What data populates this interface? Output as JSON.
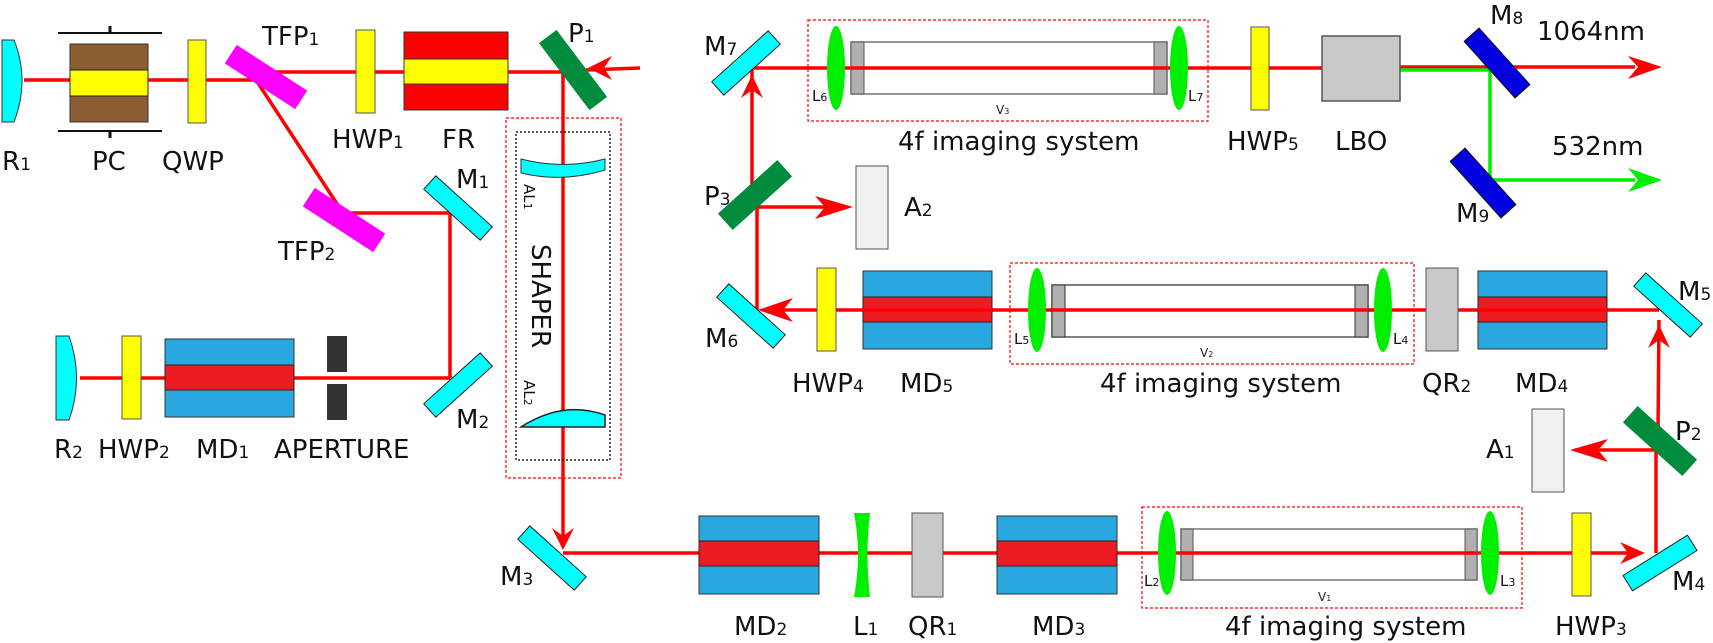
{
  "title": "Laser amplifier optical layout",
  "colors": {
    "beam_1064": "#ff0000",
    "beam_532": "#00ee00",
    "mirror": "#00ffff",
    "polarizer": "#008c3c",
    "tfp": "#ff00ff",
    "waveplate": "#ffff00",
    "module_outer": "#29a8e0",
    "module_rod": "#ed1c24",
    "harmonic_mirror": "#0000e0",
    "lens": "#00ee00",
    "absorber": "#f0f0f0",
    "crystal": "#c8c8c8",
    "pc_body": "#8b5e34"
  },
  "labels": {
    "R1": {
      "main": "R",
      "sub": "1"
    },
    "PC": {
      "main": "PC",
      "sub": ""
    },
    "QWP": {
      "main": "QWP",
      "sub": ""
    },
    "TFP1": {
      "main": "TFP",
      "sub": "1"
    },
    "TFP2": {
      "main": "TFP",
      "sub": "2"
    },
    "HWP1": {
      "main": "HWP",
      "sub": "1"
    },
    "FR": {
      "main": "FR",
      "sub": ""
    },
    "P1": {
      "main": "P",
      "sub": "1"
    },
    "M1": {
      "main": "M",
      "sub": "1"
    },
    "M2": {
      "main": "M",
      "sub": "2"
    },
    "R2": {
      "main": "R",
      "sub": "2"
    },
    "HWP2": {
      "main": "HWP",
      "sub": "2"
    },
    "MD1": {
      "main": "MD",
      "sub": "1"
    },
    "APERTURE": {
      "main": "APERTURE",
      "sub": ""
    },
    "AL1": {
      "main": "AL",
      "sub": "1"
    },
    "AL2": {
      "main": "AL",
      "sub": "2"
    },
    "SHAPER": {
      "main": "SHAPER",
      "sub": ""
    },
    "M3": {
      "main": "M",
      "sub": "3"
    },
    "MD2": {
      "main": "MD",
      "sub": "2"
    },
    "L1": {
      "main": "L",
      "sub": "1"
    },
    "QR1": {
      "main": "QR",
      "sub": "1"
    },
    "MD3": {
      "main": "MD",
      "sub": "3"
    },
    "L2": {
      "main": "L",
      "sub": "2"
    },
    "L3": {
      "main": "L",
      "sub": "3"
    },
    "V1": {
      "main": "V",
      "sub": "1"
    },
    "HWP3": {
      "main": "HWP",
      "sub": "3"
    },
    "M4": {
      "main": "M",
      "sub": "4"
    },
    "P2": {
      "main": "P",
      "sub": "2"
    },
    "A1": {
      "main": "A",
      "sub": "1"
    },
    "M5": {
      "main": "M",
      "sub": "5"
    },
    "MD4": {
      "main": "MD",
      "sub": "4"
    },
    "QR2": {
      "main": "QR",
      "sub": "2"
    },
    "L4": {
      "main": "L",
      "sub": "4"
    },
    "L5": {
      "main": "L",
      "sub": "5"
    },
    "V2": {
      "main": "V",
      "sub": "2"
    },
    "MD5": {
      "main": "MD",
      "sub": "5"
    },
    "HWP4": {
      "main": "HWP",
      "sub": "4"
    },
    "M6": {
      "main": "M",
      "sub": "6"
    },
    "P3": {
      "main": "P",
      "sub": "3"
    },
    "A2": {
      "main": "A",
      "sub": "2"
    },
    "M7": {
      "main": "M",
      "sub": "7"
    },
    "L6": {
      "main": "L",
      "sub": "6"
    },
    "L7": {
      "main": "L",
      "sub": "7"
    },
    "V3": {
      "main": "V",
      "sub": "3"
    },
    "HWP5": {
      "main": "HWP",
      "sub": "5"
    },
    "LBO": {
      "main": "LBO",
      "sub": ""
    },
    "M8": {
      "main": "M",
      "sub": "8"
    },
    "M9": {
      "main": "M",
      "sub": "9"
    }
  },
  "imaging_system_label": "4f imaging system",
  "outputs": {
    "ir": "1064nm",
    "green": "532nm"
  }
}
